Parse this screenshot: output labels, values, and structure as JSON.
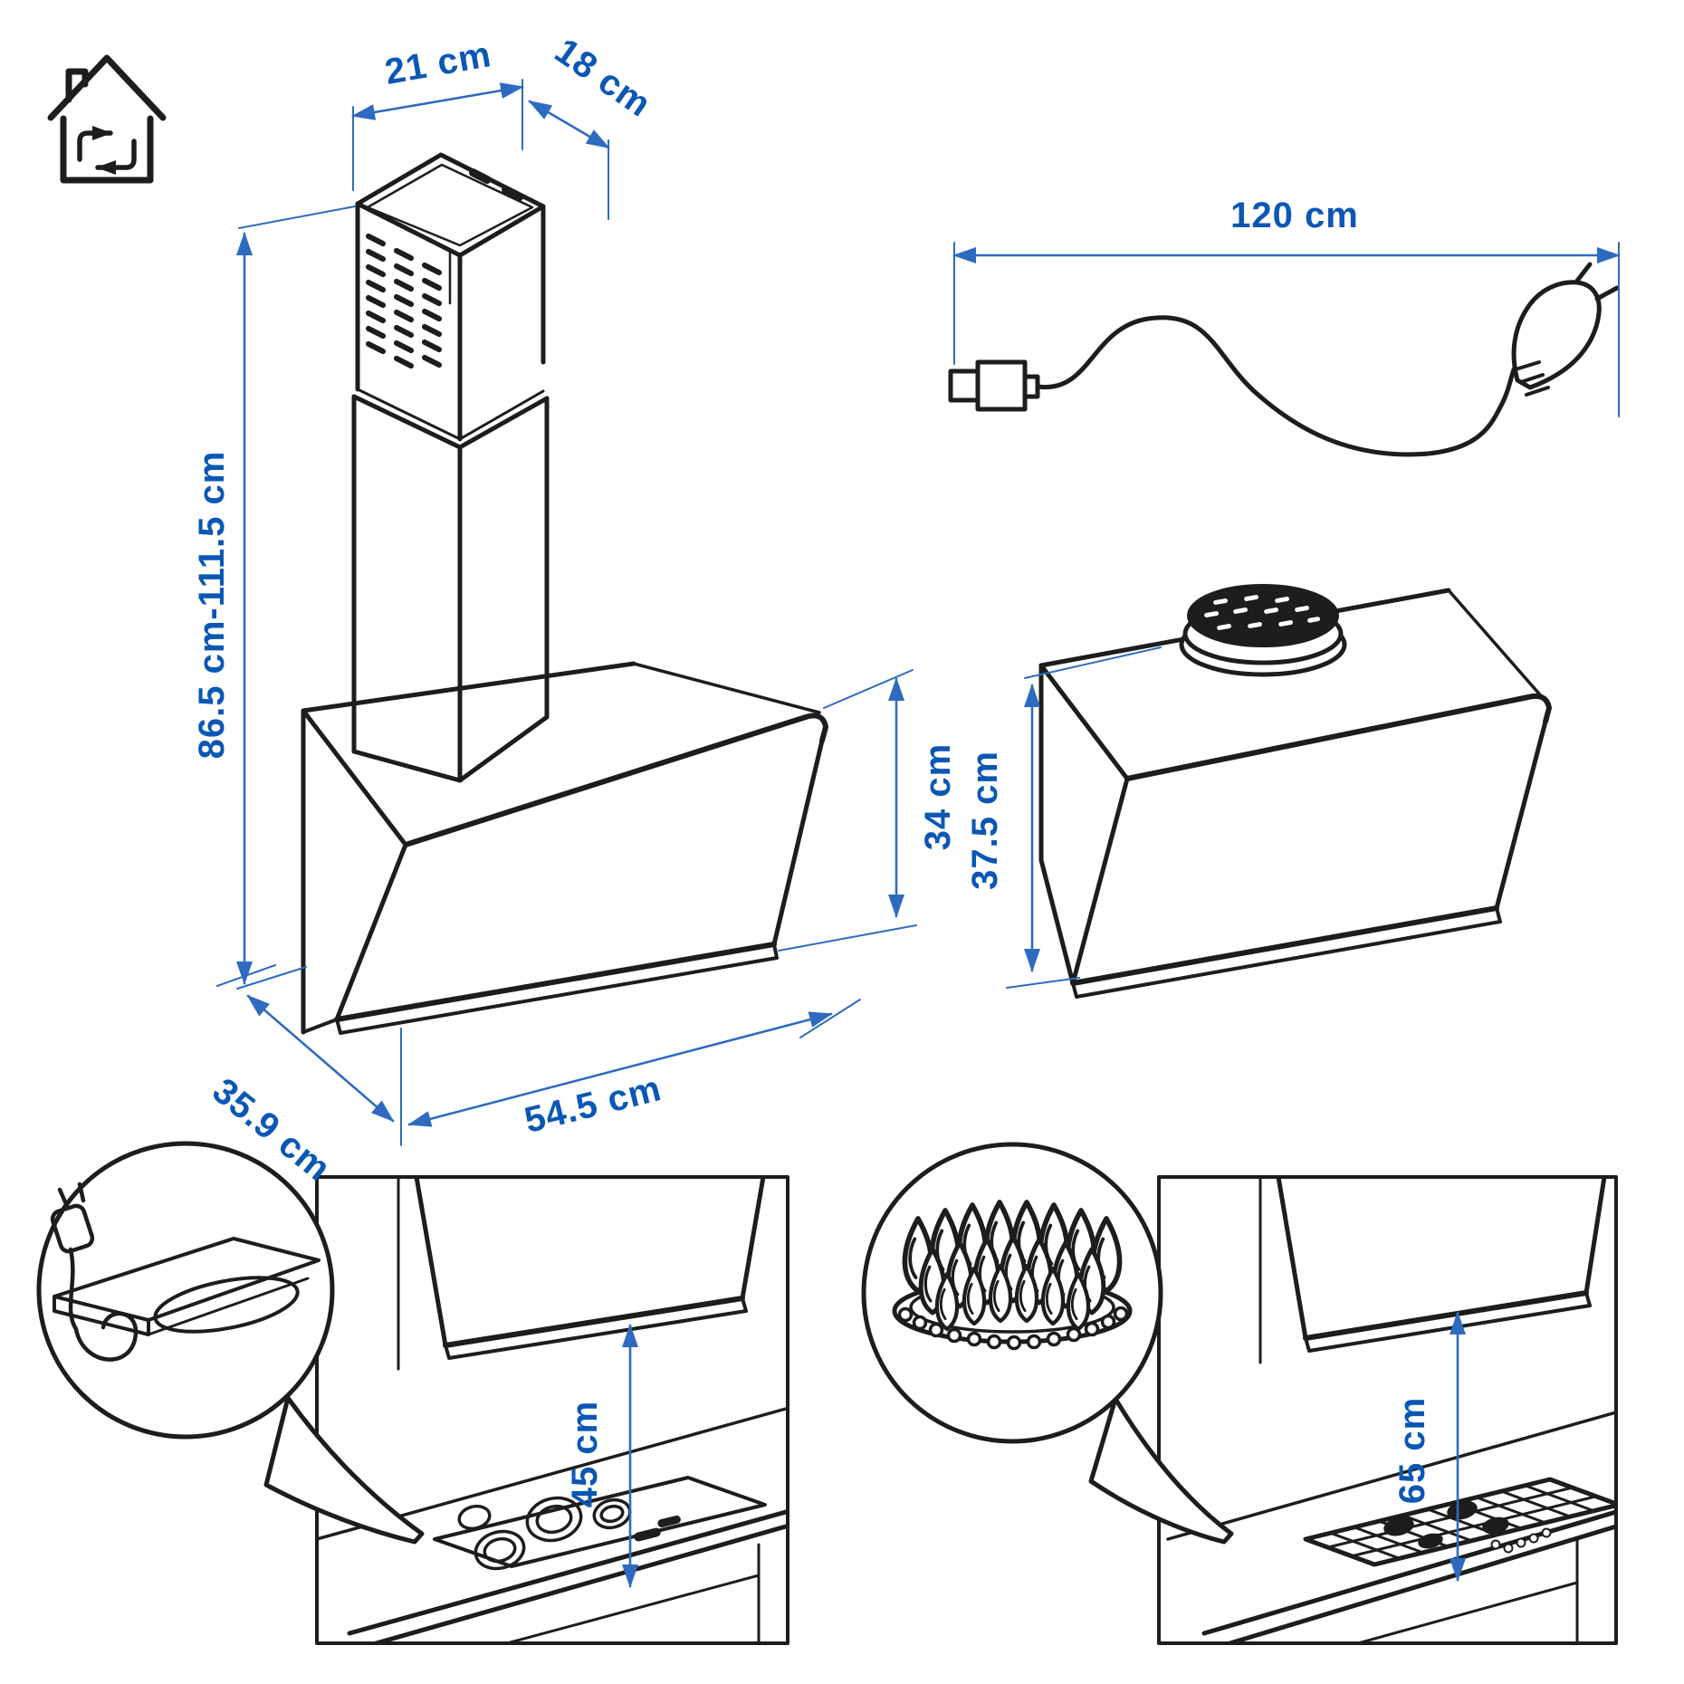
{
  "diagram": {
    "type": "product dimension diagram",
    "product": "wall-mounted angled extractor hood",
    "colors": {
      "ink": "#1d1d1b",
      "dimension_text": "#0b57b5",
      "dimension_line": "#2e6bbf",
      "background": "#ffffff"
    },
    "icons": {
      "house_recirculation": "house-with-recirculating-air-arrows"
    },
    "labels": {
      "chimney_width": "21 cm",
      "chimney_depth": "18 cm",
      "mounting_height_range": "86.5 cm-111.5 cm",
      "glass_panel_height": "34 cm",
      "hood_depth": "35.9 cm",
      "hood_width": "54.5 cm",
      "cord_length": "120 cm",
      "hood_body_height": "37.5 cm",
      "clearance_electric_hob": "45 cm",
      "clearance_gas_hob": "65 cm"
    }
  }
}
